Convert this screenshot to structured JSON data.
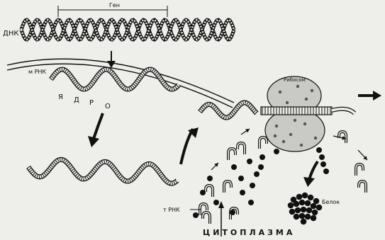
{
  "diagram": {
    "labels": {
      "dna": "ДНК",
      "gene": "Ген",
      "mrna": "м РНК",
      "nucleus": "Я Д Р О",
      "ribosome": "Рибосом",
      "protein": "Белок",
      "trna": "т РНК",
      "cytoplasm": "ЦИТОПЛАЗМА"
    },
    "colors": {
      "ink": "#111111",
      "paper": "#eeeeeb",
      "ribosome_fill": "#c9c9c6"
    }
  }
}
